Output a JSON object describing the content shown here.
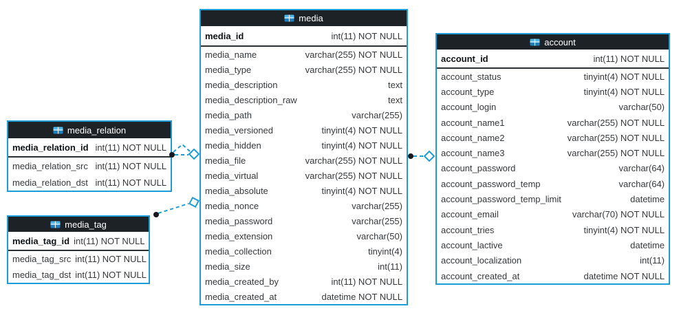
{
  "colors": {
    "accent": "#1e9cd8",
    "header_bg": "#1d2227",
    "row_text": "#36393c",
    "pk_text": "#101316",
    "connector_dot": "#17191c",
    "pk_separator": "#2b3035",
    "canvas_bg": "#ffffff",
    "icon_blue_light": "#4cb7e8",
    "icon_blue_dark": "#1b7fc0"
  },
  "tables": [
    {
      "title": "media_relation",
      "icon": "table-icon",
      "pk": {
        "name": "media_relation_id",
        "type": "int(11) NOT NULL"
      },
      "fields": [
        {
          "name": "media_relation_src",
          "type": "int(11) NOT NULL"
        },
        {
          "name": "media_relation_dst",
          "type": "int(11) NOT NULL"
        }
      ]
    },
    {
      "title": "media_tag",
      "icon": "table-icon",
      "pk": {
        "name": "media_tag_id",
        "type": "int(11) NOT NULL"
      },
      "fields": [
        {
          "name": "media_tag_src",
          "type": "int(11) NOT NULL"
        },
        {
          "name": "media_tag_dst",
          "type": "int(11) NOT NULL"
        }
      ]
    },
    {
      "title": "media",
      "icon": "table-icon",
      "pk": {
        "name": "media_id",
        "type": "int(11) NOT NULL"
      },
      "fields": [
        {
          "name": "media_name",
          "type": "varchar(255) NOT NULL"
        },
        {
          "name": "media_type",
          "type": "varchar(255) NOT NULL"
        },
        {
          "name": "media_description",
          "type": "text"
        },
        {
          "name": "media_description_raw",
          "type": "text"
        },
        {
          "name": "media_path",
          "type": "varchar(255)"
        },
        {
          "name": "media_versioned",
          "type": "tinyint(4) NOT NULL"
        },
        {
          "name": "media_hidden",
          "type": "tinyint(4) NOT NULL"
        },
        {
          "name": "media_file",
          "type": "varchar(255) NOT NULL"
        },
        {
          "name": "media_virtual",
          "type": "varchar(255) NOT NULL"
        },
        {
          "name": "media_absolute",
          "type": "tinyint(4) NOT NULL"
        },
        {
          "name": "media_nonce",
          "type": "varchar(255)"
        },
        {
          "name": "media_password",
          "type": "varchar(255)"
        },
        {
          "name": "media_extension",
          "type": "varchar(50)"
        },
        {
          "name": "media_collection",
          "type": "tinyint(4)"
        },
        {
          "name": "media_size",
          "type": "int(11)"
        },
        {
          "name": "media_created_by",
          "type": "int(11) NOT NULL"
        },
        {
          "name": "media_created_at",
          "type": "datetime NOT NULL"
        }
      ]
    },
    {
      "title": "account",
      "icon": "table-icon",
      "pk": {
        "name": "account_id",
        "type": "int(11) NOT NULL"
      },
      "fields": [
        {
          "name": "account_status",
          "type": "tinyint(4) NOT NULL"
        },
        {
          "name": "account_type",
          "type": "tinyint(4) NOT NULL"
        },
        {
          "name": "account_login",
          "type": "varchar(50)"
        },
        {
          "name": "account_name1",
          "type": "varchar(255) NOT NULL"
        },
        {
          "name": "account_name2",
          "type": "varchar(255) NOT NULL"
        },
        {
          "name": "account_name3",
          "type": "varchar(255) NOT NULL"
        },
        {
          "name": "account_password",
          "type": "varchar(64)"
        },
        {
          "name": "account_password_temp",
          "type": "varchar(64)"
        },
        {
          "name": "account_password_temp_limit",
          "type": "datetime"
        },
        {
          "name": "account_email",
          "type": "varchar(70) NOT NULL"
        },
        {
          "name": "account_tries",
          "type": "tinyint(4) NOT NULL"
        },
        {
          "name": "account_lactive",
          "type": "datetime"
        },
        {
          "name": "account_localization",
          "type": "int(11)"
        },
        {
          "name": "account_created_at",
          "type": "datetime NOT NULL"
        }
      ]
    }
  ],
  "relations": [
    {
      "from": "media_relation",
      "to": "media",
      "line": "dashed"
    },
    {
      "from": "media_tag",
      "to": "media",
      "line": "dashed"
    },
    {
      "from": "media",
      "to": "account",
      "line": "dashed"
    }
  ]
}
